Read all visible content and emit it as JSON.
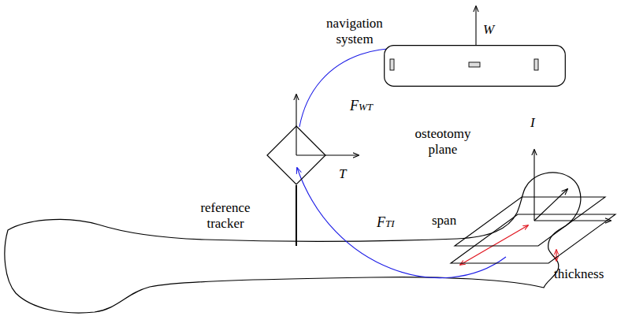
{
  "diagram": {
    "nodes": [
      {
        "text": [
          "navigation system",
          "W"
        ]
      },
      {
        "text": [
          "reference tracker",
          "T"
        ]
      },
      {
        "text": [
          "osteotomy plane",
          "I"
        ]
      }
    ],
    "edges": [
      {
        "from": 1,
        "to": 0,
        "arrow": "to",
        "label": "FWT"
      },
      {
        "from": 2,
        "to": 1,
        "arrow": "to",
        "label": "FTI"
      }
    ],
    "labels": [
      "span",
      "thickness"
    ]
  }
}
